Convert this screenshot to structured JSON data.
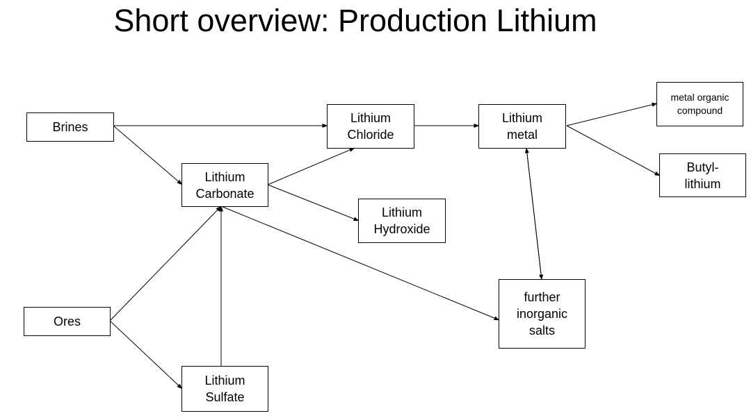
{
  "title": "Short overview: Production Lithium",
  "nodes": {
    "brines": "Brines",
    "ores": "Ores",
    "carbonate": "Lithium\nCarbonate",
    "sulfate": "Lithium\nSulfate",
    "chloride": "Lithium\nChloride",
    "hydroxide": "Lithium\nHydroxide",
    "metal": "Lithium\nmetal",
    "salts": "further\ninorganic\nsalts",
    "organic": "metal organic\ncompound",
    "butyl": "Butyl-\nlithium"
  },
  "edges": [
    [
      "brines",
      "chloride"
    ],
    [
      "brines",
      "carbonate"
    ],
    [
      "carbonate",
      "chloride"
    ],
    [
      "carbonate",
      "hydroxide"
    ],
    [
      "carbonate",
      "salts"
    ],
    [
      "ores",
      "carbonate"
    ],
    [
      "ores",
      "sulfate"
    ],
    [
      "sulfate",
      "carbonate"
    ],
    [
      "chloride",
      "metal"
    ],
    [
      "metal",
      "salts"
    ],
    [
      "salts",
      "metal"
    ],
    [
      "metal",
      "organic"
    ],
    [
      "metal",
      "butyl"
    ]
  ]
}
